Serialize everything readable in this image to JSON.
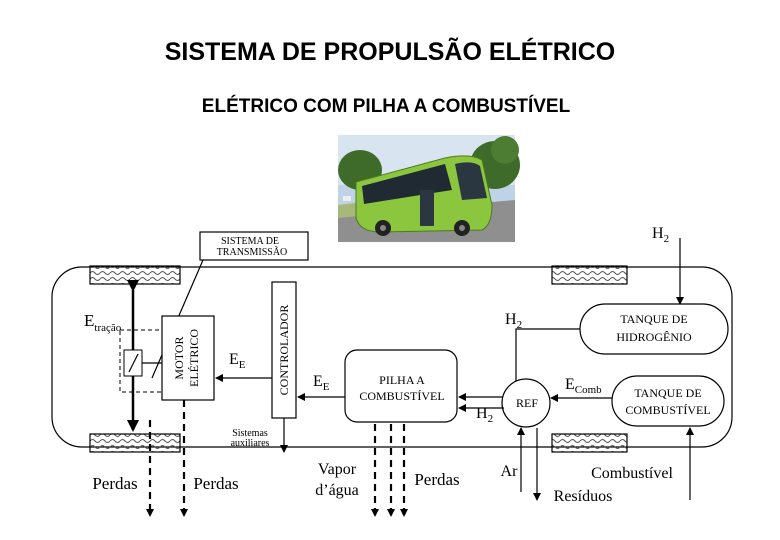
{
  "title": "SISTEMA DE PROPULSÃO ELÉTRICO",
  "subtitle": "ELÉTRICO COM PILHA A COMBUSTÍVEL",
  "labels": {
    "sistema_transmissao_line1": "SISTEMA DE",
    "sistema_transmissao_line2": "TRANSMISSÃO",
    "e_tracao_main": "E",
    "e_tracao_sub": "tração",
    "motor_line1": "MOTOR",
    "motor_line2": "ELÉTRICO",
    "ee1_main": "E",
    "ee1_sub": "E",
    "controlador": "CONTROLADOR",
    "sistemas_aux_line1": "Sistemas",
    "sistemas_aux_line2": "auxiliares",
    "ee2_main": "E",
    "ee2_sub": "E",
    "pilha_line1": "PILHA A",
    "pilha_line2": "COMBUSTÍVEL",
    "h2_top_main": "H",
    "h2_top_sub": "2",
    "h2_mid_main": "H",
    "h2_mid_sub": "2",
    "h2_low_main": "H",
    "h2_low_sub": "2",
    "tanque_h_line1": "TANQUE DE",
    "tanque_h_line2": "HIDROGÊNIO",
    "ref": "REF",
    "ecomb_main": "E",
    "ecomb_sub": "Comb",
    "tanque_c_line1": "TANQUE DE",
    "tanque_c_line2": "COMBUSTÍVEL",
    "perdas_1": "Perdas",
    "perdas_2": "Perdas",
    "vapor_line1": "Vapor",
    "vapor_line2": "d’água",
    "perdas_3": "Perdas",
    "ar": "Ar",
    "combustivel": "Combustível",
    "residuos": "Resíduos"
  },
  "colors": {
    "bus_body": "#8cc63f",
    "sky": "#bfd3e6",
    "trees": "#3f6b2a",
    "road": "#8f8f8f"
  }
}
